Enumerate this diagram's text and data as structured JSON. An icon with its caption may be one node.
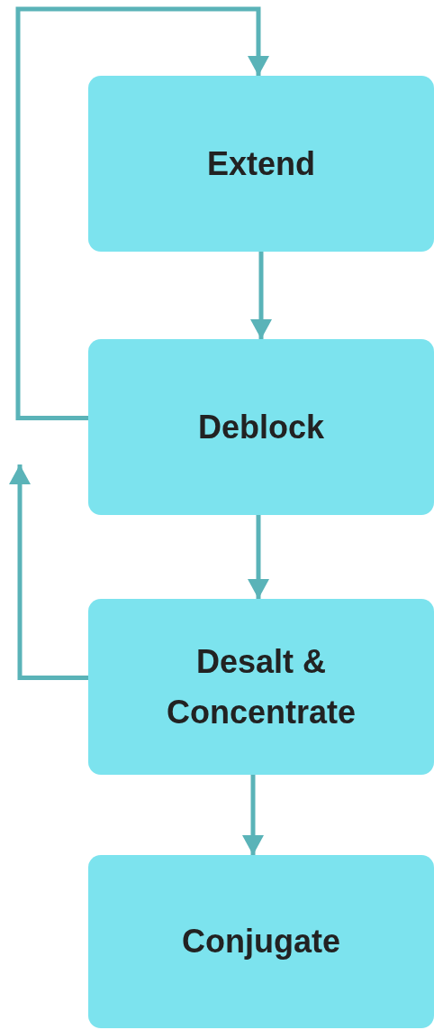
{
  "diagram": {
    "nodes": [
      {
        "text": [
          "Extend"
        ]
      },
      {
        "text": [
          "Deblock"
        ]
      },
      {
        "text": [
          "Desalt & Concentrate"
        ]
      },
      {
        "text": [
          "Conjugate"
        ]
      }
    ],
    "edges": [
      {
        "from": 0,
        "to": 1,
        "arrow": "to"
      },
      {
        "from": 1,
        "to": 0,
        "arrow": "to"
      },
      {
        "from": 2,
        "to": null,
        "arrow": "to"
      },
      {
        "from": 1,
        "to": 2,
        "arrow": "to"
      },
      {
        "from": 2,
        "to": 3,
        "arrow": "to"
      }
    ]
  }
}
